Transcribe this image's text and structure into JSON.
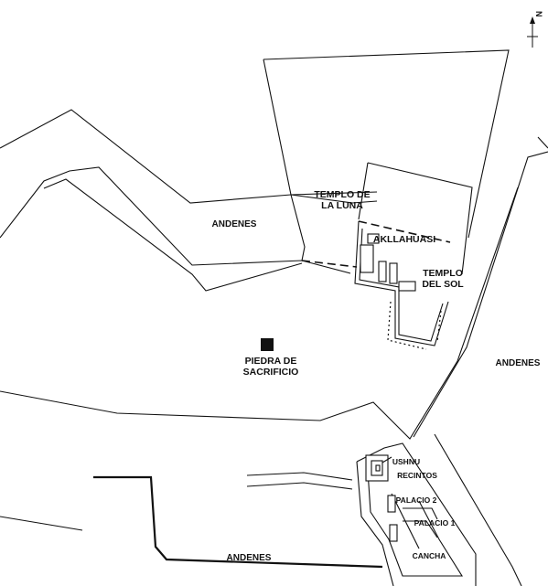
{
  "map": {
    "north_label": "N",
    "labels": {
      "templo_luna_1": "TEMPLO DE",
      "templo_luna_2": "LA LUNA",
      "andenes_west": "ANDENES",
      "akllahuasi": "AKLLAHUASI",
      "templo_sol_1": "TEMPLO",
      "templo_sol_2": "DEL SOL",
      "piedra_1": "PIEDRA DE",
      "piedra_2": "SACRIFICIO",
      "andenes_east": "ANDENES",
      "ushnu": "USHNU",
      "recintos": "RECINTOS",
      "palacio_2": "PALACIO 2",
      "palacio_1": "PALACIO 1",
      "cancha": "CANCHA",
      "andenes_south": "ANDENES"
    }
  }
}
